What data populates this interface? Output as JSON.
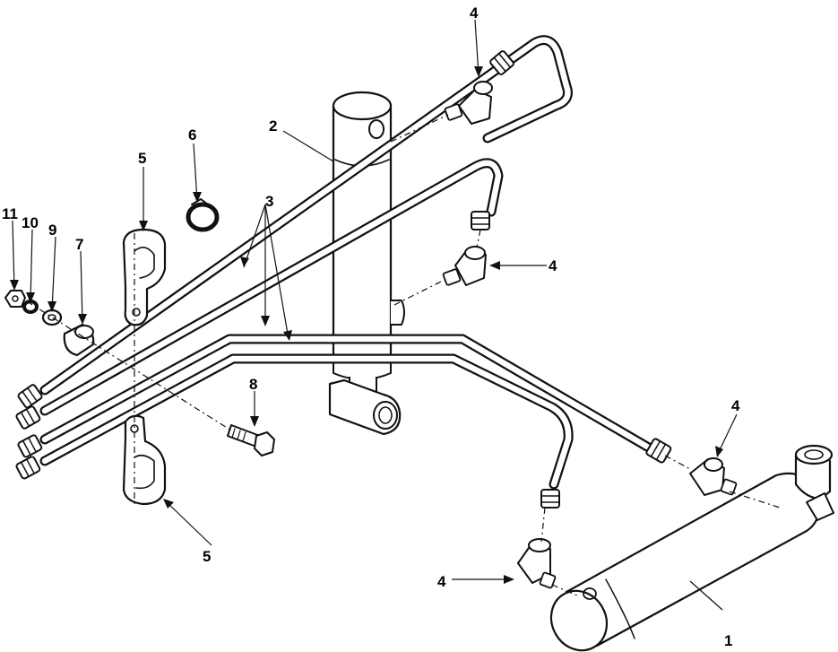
{
  "colors": {
    "ink": "#111111",
    "paper": "#ffffff"
  },
  "parts": [
    {
      "id": "p1",
      "name": "lower-hydraulic-cylinder",
      "callout": "1"
    },
    {
      "id": "p2",
      "name": "upper-hydraulic-cylinder",
      "callout": "2"
    },
    {
      "id": "p3",
      "name": "hydraulic-tubes",
      "callout": "3"
    },
    {
      "id": "p4",
      "name": "elbow-fittings",
      "callout": "4"
    },
    {
      "id": "p5",
      "name": "tube-clamp-halves",
      "callout": "5"
    },
    {
      "id": "p6",
      "name": "hose-clamp",
      "callout": "6"
    },
    {
      "id": "p7",
      "name": "spacer-bushing",
      "callout": "7"
    },
    {
      "id": "p8",
      "name": "bolt",
      "callout": "8"
    },
    {
      "id": "p9",
      "name": "flat-washer",
      "callout": "9"
    },
    {
      "id": "p10",
      "name": "lock-washer",
      "callout": "10"
    },
    {
      "id": "p11",
      "name": "hex-nut",
      "callout": "11"
    }
  ],
  "labels": {
    "l1": "1",
    "l2": "2",
    "l3": "3",
    "l4a": "4",
    "l4b": "4",
    "l4c": "4",
    "l4d": "4",
    "l5a": "5",
    "l5b": "5",
    "l6": "6",
    "l7": "7",
    "l8": "8",
    "l9": "9",
    "l10": "10",
    "l11": "11"
  }
}
